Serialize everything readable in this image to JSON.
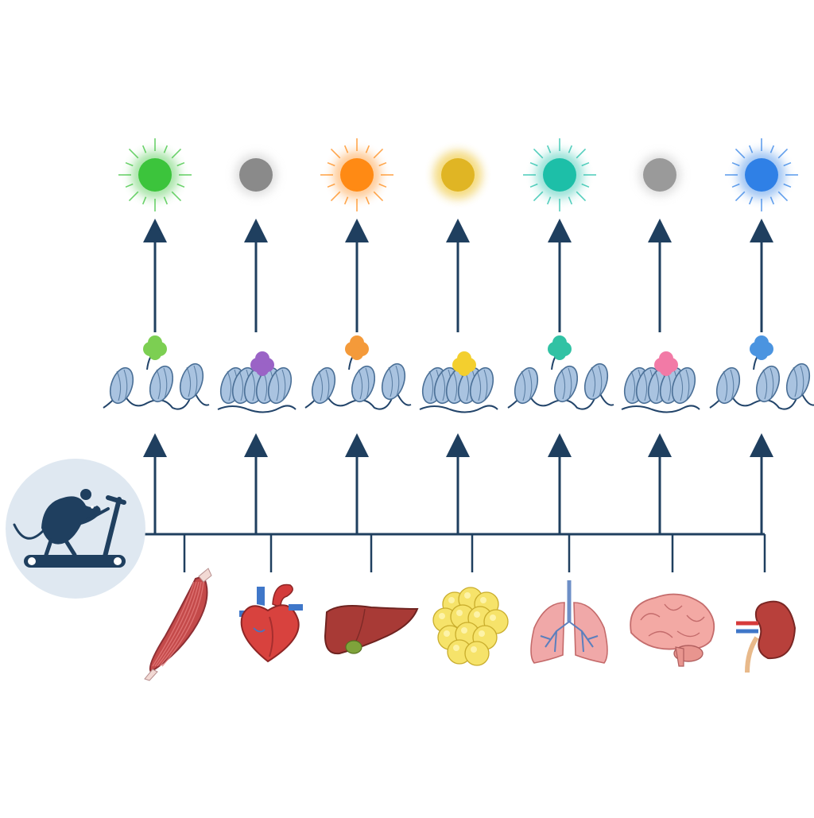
{
  "colors": {
    "line": "#1f3f5f",
    "mouse": "#1f3f5f",
    "mouse_bg": "#dfe8f1",
    "nucleosome": "#a9c3e0",
    "nucleosome_edge": "#4a6f96",
    "dna": "#22446a"
  },
  "columns": [
    {
      "id": "muscle",
      "organ": "muscle-icon",
      "signal": "#3cc43c",
      "glow": true,
      "mark": "#7ccf52",
      "state": "open"
    },
    {
      "id": "heart",
      "organ": "heart-icon",
      "signal": "#8a8a8a",
      "glow": false,
      "mark": "#9a63c6",
      "state": "closed"
    },
    {
      "id": "liver",
      "organ": "liver-icon",
      "signal": "#ff8a14",
      "glow": true,
      "mark": "#f49a3a",
      "state": "open"
    },
    {
      "id": "fat",
      "organ": "adipose-icon",
      "signal": "#e0b524",
      "glow": true,
      "mark": "#f3cf2e",
      "state": "closed"
    },
    {
      "id": "lung",
      "organ": "lungs-icon",
      "signal": "#1dbfa8",
      "glow": true,
      "mark": "#31c2a4",
      "state": "open"
    },
    {
      "id": "brain",
      "organ": "brain-icon",
      "signal": "#9a9a9a",
      "glow": false,
      "mark": "#f27aa6",
      "state": "closed"
    },
    {
      "id": "kidney",
      "organ": "kidney-icon",
      "signal": "#2f80e6",
      "glow": true,
      "mark": "#4b94e0",
      "state": "open"
    }
  ]
}
